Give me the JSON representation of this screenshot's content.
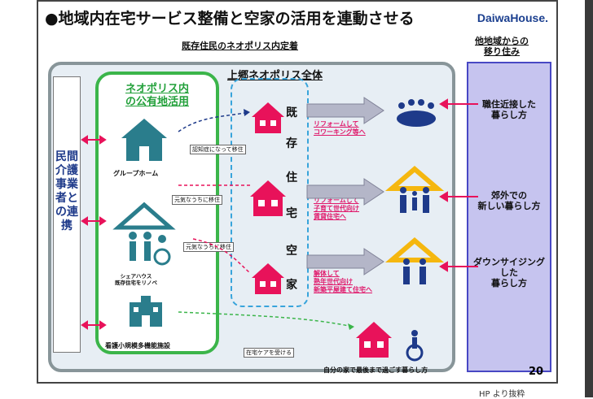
{
  "slide": {
    "title": "●地域内在宅サービス整備と空家の活用を連動させる",
    "brand": "DaiwaHouse.",
    "left_header": "既存住民のネオポリス内定着",
    "right_header": "他地域からの\n移り住み",
    "area_title": "上郷ネオポリス全体",
    "private_care": "民間介護事業者との連携",
    "public_land": "ネオポリス内\nの公有地活用",
    "vacant_label": [
      "既",
      "存",
      "住",
      "宅",
      "空",
      "家"
    ],
    "page_number": "20",
    "footer_text": "HP より抜粋"
  },
  "facilities": {
    "group_home": "グループホーム",
    "share_house": "シェアハウス\n既存住宅をリノベ",
    "care_facility": "看護小規模多機能施設",
    "self_home": "自分の家で最後まで過ごす暮らし方"
  },
  "notes": {
    "dementia": "認知症になって移住",
    "healthy1": "元気なうちに移住",
    "healthy2": "元気なうちに移住",
    "homecare": "在宅ケアを受ける"
  },
  "reforms": {
    "coworking": "リフォームして\nコワーキング等へ",
    "rental": "リフォームして\n子育て世代向け\n賃貸住宅へ",
    "rebuild": "解体して\n熟年世代向け\n新築平屋建て住宅へ"
  },
  "lifestyles": {
    "workplace": "職住近接した\n暮らし方",
    "suburban": "郊外での\n新しい暮らし方",
    "downsizing": "ダウンサイジング\nした\n暮らし方"
  },
  "colors": {
    "house_red": "#e8125a",
    "house_teal": "#2a7d8c",
    "green": "#3bb54a",
    "navy": "#1e3a8a",
    "purple_bg": "#c6c4ef",
    "yellow_house": "#f5b70f"
  }
}
